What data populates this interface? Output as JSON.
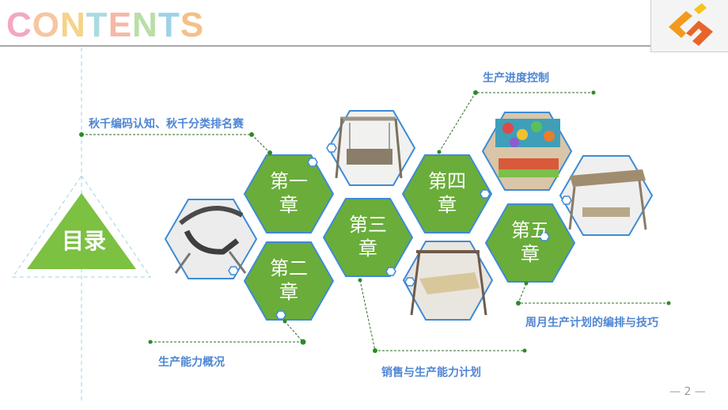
{
  "header": {
    "title_letters": [
      {
        "char": "C",
        "color": "#f4a7c0"
      },
      {
        "char": "O",
        "color": "#f6c6a0"
      },
      {
        "char": "N",
        "color": "#f5d389"
      },
      {
        "char": "T",
        "color": "#a9dbe0"
      },
      {
        "char": "E",
        "color": "#f6b8a6"
      },
      {
        "char": "N",
        "color": "#b8dfa5"
      },
      {
        "char": "T",
        "color": "#9cd3e8"
      },
      {
        "char": "S",
        "color": "#f4c089"
      }
    ]
  },
  "sidebar": {
    "title": "目录"
  },
  "chapters": [
    {
      "label": "第一\n章"
    },
    {
      "label": "第二\n章"
    },
    {
      "label": "第三\n章"
    },
    {
      "label": "第四\n章"
    },
    {
      "label": "第五\n章"
    }
  ],
  "topics": {
    "ch1": "秋千编码认知、秋千分类排名赛",
    "ch2": "生产能力概况",
    "ch3": "销售与生产能力计划",
    "ch4": "生产进度控制",
    "ch5": "周月生产计划的编排与技巧"
  },
  "footer": {
    "page": "— 2 —"
  },
  "colors": {
    "hex_green": "#6aad3a",
    "hex_border": "#3d8bd6",
    "label_blue": "#4f86d4",
    "triangle_green": "#7cc142"
  }
}
